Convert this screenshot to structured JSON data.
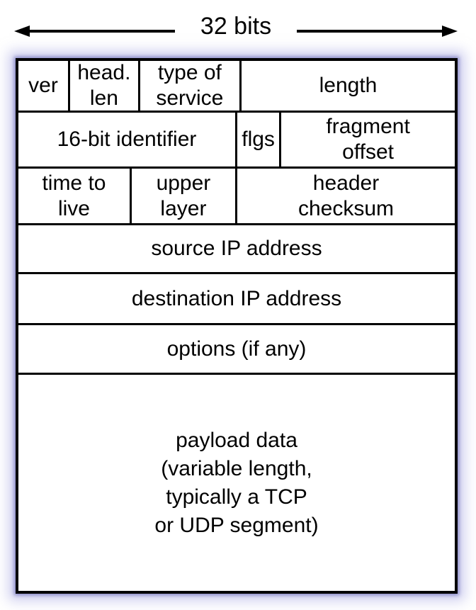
{
  "annotation": {
    "label": "32 bits"
  },
  "diagram": {
    "rows": [
      {
        "cells": [
          {
            "label": "ver"
          },
          {
            "label": "head.\nlen"
          },
          {
            "label": "type of\nservice"
          },
          {
            "label": "length"
          }
        ]
      },
      {
        "cells": [
          {
            "label": "16-bit identifier"
          },
          {
            "label": "flgs"
          },
          {
            "label": "fragment\noffset"
          }
        ]
      },
      {
        "cells": [
          {
            "label": "time to\nlive"
          },
          {
            "label": "upper\nlayer"
          },
          {
            "label": "header\nchecksum"
          }
        ]
      },
      {
        "cells": [
          {
            "label": "source IP address"
          }
        ]
      },
      {
        "cells": [
          {
            "label": "destination IP address"
          }
        ]
      },
      {
        "cells": [
          {
            "label": "options (if any)"
          }
        ]
      },
      {
        "cells": [
          {
            "label": "payload data\n(variable length,\ntypically a TCP\nor UDP segment)"
          }
        ]
      }
    ]
  },
  "colors": {
    "line": "#000000",
    "glow": "#a8a8e2",
    "background": "#ffffff"
  }
}
